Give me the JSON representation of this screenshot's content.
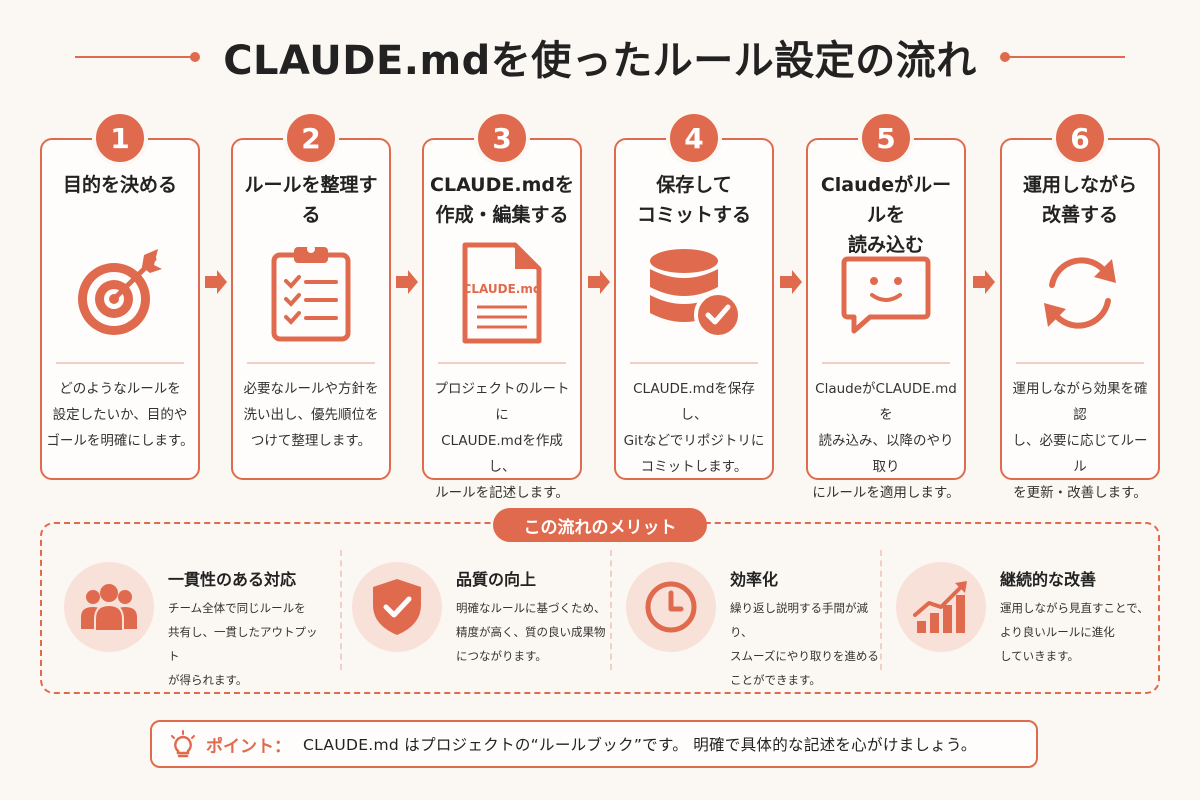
{
  "title": "CLAUDE.mdを使ったルール設定の流れ",
  "colors": {
    "accent": "#e06a4e",
    "light": "#f8e1d8",
    "background": "#fbf8f3"
  },
  "steps": [
    {
      "num": "1",
      "title": "目的を決める",
      "icon": "target-icon",
      "desc": "どのようなルールを\n設定したいか、目的や\nゴールを明確にします。"
    },
    {
      "num": "2",
      "title": "ルールを整理する",
      "icon": "clipboard-checklist-icon",
      "desc": "必要なルールや方針を\n洗い出し、優先順位を\nつけて整理します。"
    },
    {
      "num": "3",
      "title": "CLAUDE.mdを\n作成・編集する",
      "icon": "document-icon",
      "icon_label": "CLAUDE.md",
      "desc": "プロジェクトのルートに\nCLAUDE.mdを作成し、\nルールを記述します。"
    },
    {
      "num": "4",
      "title": "保存して\nコミットする",
      "icon": "database-check-icon",
      "desc": "CLAUDE.mdを保存し、\nGitなどでリポジトリに\nコミットします。"
    },
    {
      "num": "5",
      "title": "Claudeがルールを\n読み込む",
      "icon": "smile-chat-icon",
      "desc": "ClaudeがCLAUDE.mdを\n読み込み、以降のやり取り\nにルールを適用します。"
    },
    {
      "num": "6",
      "title": "運用しながら\n改善する",
      "icon": "cycle-arrows-icon",
      "desc": "運用しながら効果を確認\nし、必要に応じてルール\nを更新・改善します。"
    }
  ],
  "merits": {
    "title": "この流れのメリット",
    "items": [
      {
        "title": "一貫性のある対応",
        "icon": "people-icon",
        "desc": "チーム全体で同じルールを\n共有し、一貫したアウトプット\nが得られます。"
      },
      {
        "title": "品質の向上",
        "icon": "shield-check-icon",
        "desc": "明確なルールに基づくため、\n精度が高く、質の良い成果物\nにつながります。"
      },
      {
        "title": "効率化",
        "icon": "clock-icon",
        "desc": "繰り返し説明する手間が減り、\nスムーズにやり取りを進める\nことができます。"
      },
      {
        "title": "継続的な改善",
        "icon": "growth-chart-icon",
        "desc": "運用しながら見直すことで、\nより良いルールに進化\nしていきます。"
      }
    ]
  },
  "point": {
    "label": "ポイント：",
    "text": "CLAUDE.md はプロジェクトの“ルールブック”です。 明確で具体的な記述を心がけましょう。"
  }
}
